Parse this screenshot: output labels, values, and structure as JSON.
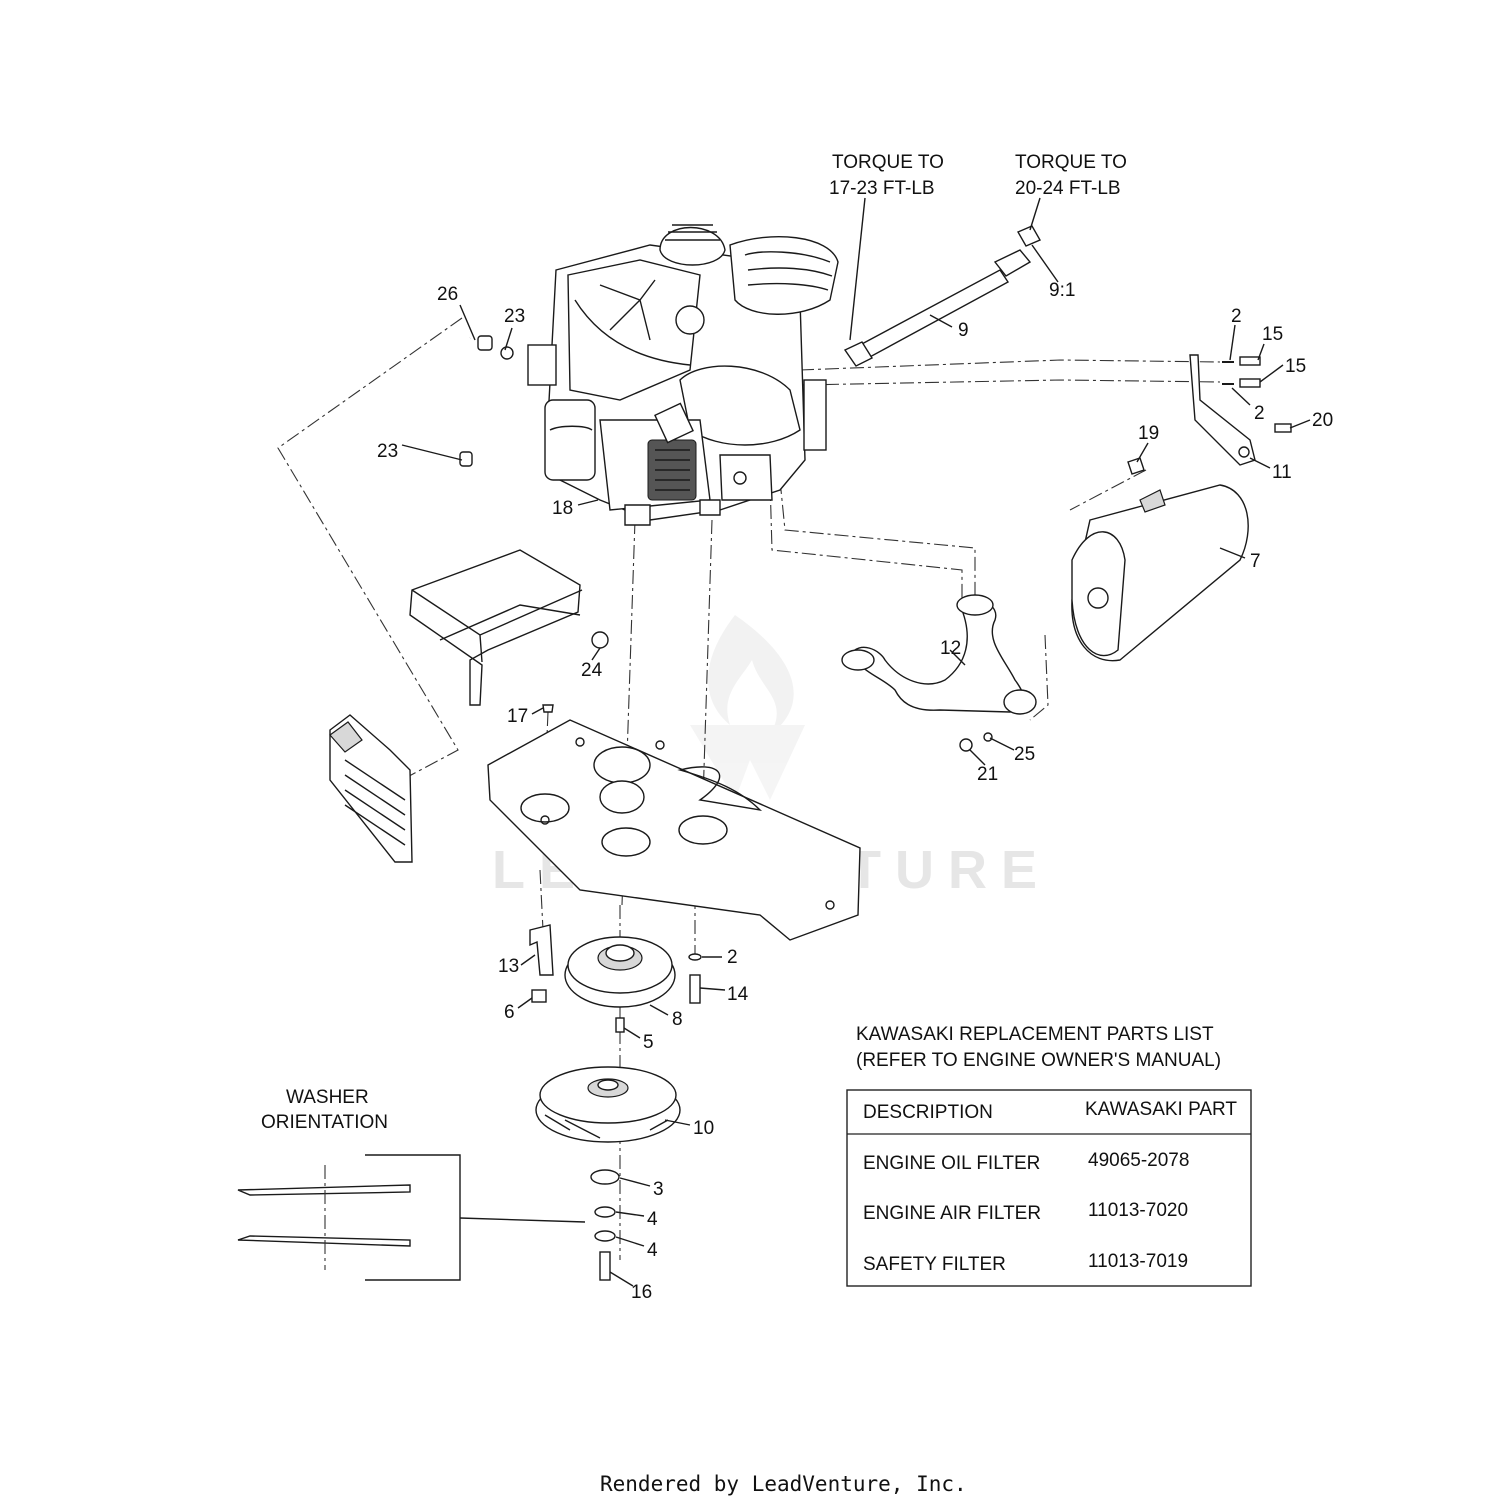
{
  "diagram": {
    "torque_notes": [
      {
        "line1": "TORQUE TO",
        "line2": "17-23 FT-LB"
      },
      {
        "line1": "TORQUE TO",
        "line2": "20-24 FT-LB"
      }
    ],
    "callouts": {
      "c26": "26",
      "c23a": "23",
      "c23b": "23",
      "c18": "18",
      "c9": "9",
      "c91": "9:1",
      "c2a": "2",
      "c15a": "15",
      "c15b": "15",
      "c2b": "2",
      "c20": "20",
      "c11": "11",
      "c19": "19",
      "c7": "7",
      "c12": "12",
      "c24": "24",
      "c17": "17",
      "c25": "25",
      "c21": "21",
      "c13": "13",
      "c6": "6",
      "c2c": "2",
      "c14": "14",
      "c8": "8",
      "c5": "5",
      "c10": "10",
      "c3": "3",
      "c4a": "4",
      "c4b": "4",
      "c16": "16"
    },
    "washer_title": {
      "line1": "WASHER",
      "line2": "ORIENTATION"
    },
    "parts_list": {
      "title_line1": "KAWASAKI REPLACEMENT PARTS LIST",
      "title_line2": "(REFER TO ENGINE OWNER'S MANUAL)",
      "headers": [
        "DESCRIPTION",
        "KAWASAKI PART"
      ],
      "rows": [
        [
          "ENGINE OIL FILTER",
          "49065-2078"
        ],
        [
          "ENGINE AIR FILTER",
          "11013-7020"
        ],
        [
          "SAFETY FILTER",
          "11013-7019"
        ]
      ]
    },
    "watermark": "LEADVENTURE",
    "footer": "Rendered by LeadVenture, Inc."
  }
}
